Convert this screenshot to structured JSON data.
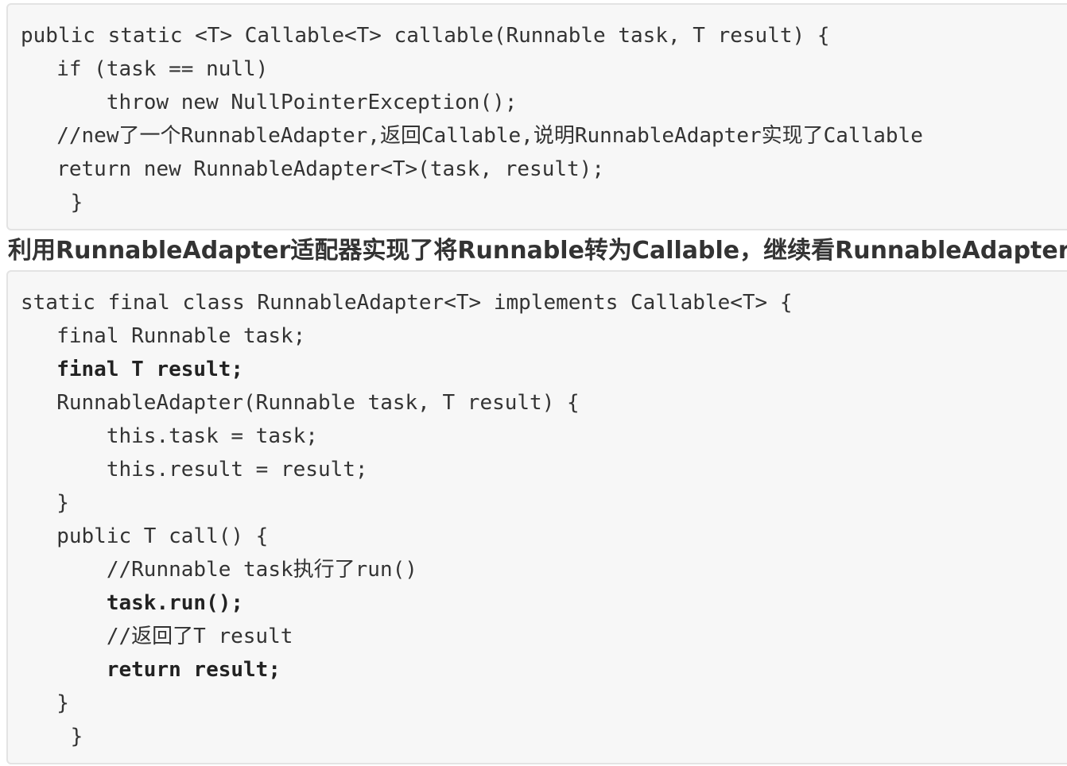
{
  "code_block_1": {
    "lines": [
      "public static <T> Callable<T> callable(Runnable task, T result) {",
      "        if (task == null)",
      "            throw new NullPointerException();",
      "        //new了一个RunnableAdapter,返回Callable,说明RunnableAdapter实现了Callable",
      "        return new RunnableAdapter<T>(task, result);",
      "    }"
    ]
  },
  "paragraph": {
    "text": "利用RunnableAdapter适配器实现了将Runnable转为Callable，继续看RunnableAdapter类："
  },
  "code_block_2": {
    "lines": [
      "static final class RunnableAdapter<T> implements Callable<T> {",
      "        final Runnable task;",
      "        final T result;",
      "        RunnableAdapter(Runnable task, T result) {",
      "            this.task = task;",
      "            this.result = result;",
      "        }",
      "        public T call() {",
      "            //Runnable task执行了run()",
      "            task.run();",
      "            //返回了T result",
      "            return result;",
      "        }",
      "    }"
    ]
  }
}
